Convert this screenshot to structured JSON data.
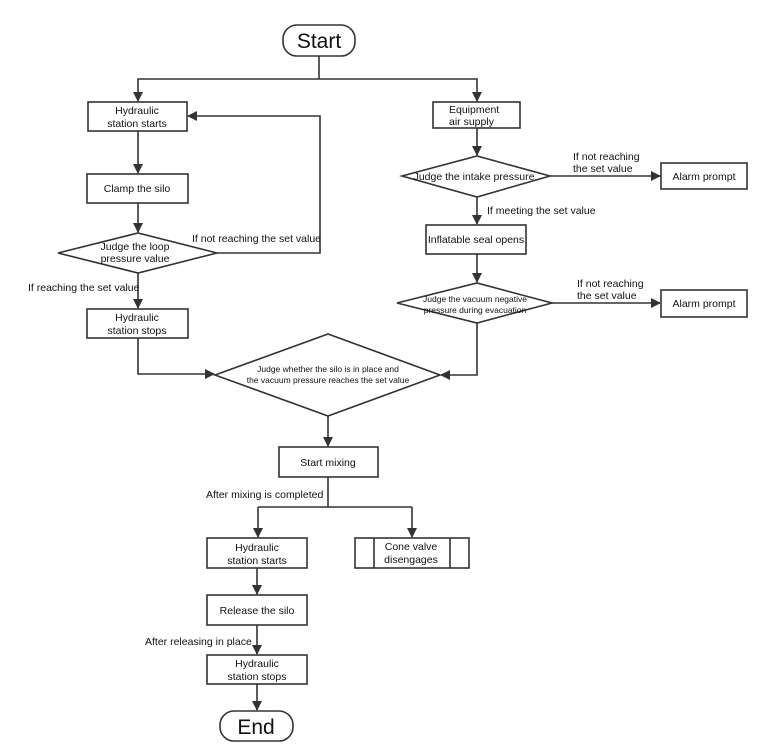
{
  "start": "Start",
  "end": "End",
  "left": {
    "hydraulic_starts": [
      "Hydraulic",
      "station starts"
    ],
    "clamp": "Clamp the silo",
    "judge_loop": [
      "Judge the loop",
      "pressure value"
    ],
    "not_reaching": "If not reaching the set value",
    "reaching": "If reaching the set value",
    "hydraulic_stops": [
      "Hydraulic",
      "station stops"
    ]
  },
  "right": {
    "air_supply": [
      "Equipment",
      "air supply"
    ],
    "judge_intake": "Judge the intake pressure",
    "not_reaching_1": [
      "If not reaching",
      "the set value"
    ],
    "alarm_1": "Alarm prompt",
    "meeting": "If meeting the set value",
    "seal_opens": "Inflatable seal opens",
    "judge_vacuum": [
      "Judge the vacuum negative",
      "pressure during evacuation"
    ],
    "not_reaching_2": [
      "If not reaching",
      "the set value"
    ],
    "alarm_2": "Alarm prompt"
  },
  "center": {
    "judge_silo": [
      "Judge whether the silo is in place and",
      "the vacuum pressure reaches the set value"
    ],
    "start_mixing": "Start mixing",
    "after_mixing": "After mixing is completed",
    "hydraulic_starts_2": [
      "Hydraulic",
      "station starts"
    ],
    "cone_valve": [
      "Cone valve",
      "disengages"
    ],
    "release": "Release the silo",
    "after_release": "After releasing in place",
    "hydraulic_stops_2": [
      "Hydraulic",
      "station stops"
    ]
  }
}
